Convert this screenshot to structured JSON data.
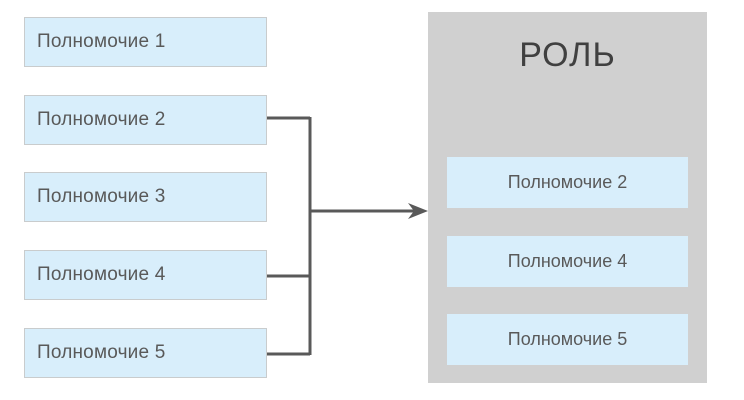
{
  "diagram": {
    "title_text": "Role permissions assignment diagram",
    "background_color": "#ffffff"
  },
  "permissions_list": {
    "name": "available-permissions",
    "box_fill": "#d8eefb",
    "box_border": "#c9cccd",
    "text_color": "#595959",
    "items": [
      {
        "label": "Полномочие 1",
        "connected": false
      },
      {
        "label": "Полномочие 2",
        "connected": true
      },
      {
        "label": "Полномочие 3",
        "connected": false
      },
      {
        "label": "Полномочие 4",
        "connected": true
      },
      {
        "label": "Полномочие 5",
        "connected": true
      }
    ]
  },
  "role_panel": {
    "title": "РОЛЬ",
    "panel_fill": "#d0d0d0",
    "box_fill": "#d8eefb",
    "title_color": "#404040",
    "text_color": "#595959",
    "items": [
      {
        "label": "Полномочие 2"
      },
      {
        "label": "Полномочие 4"
      },
      {
        "label": "Полномочие 5"
      }
    ]
  },
  "connector": {
    "name": "assignment-arrow",
    "stroke_color": "#595959",
    "stroke_width": 3,
    "arrow_head": "triangle-right",
    "source_labels": [
      "Полномочие 2",
      "Полномочие 4",
      "Полномочие 5"
    ],
    "target_label": "РОЛЬ"
  }
}
